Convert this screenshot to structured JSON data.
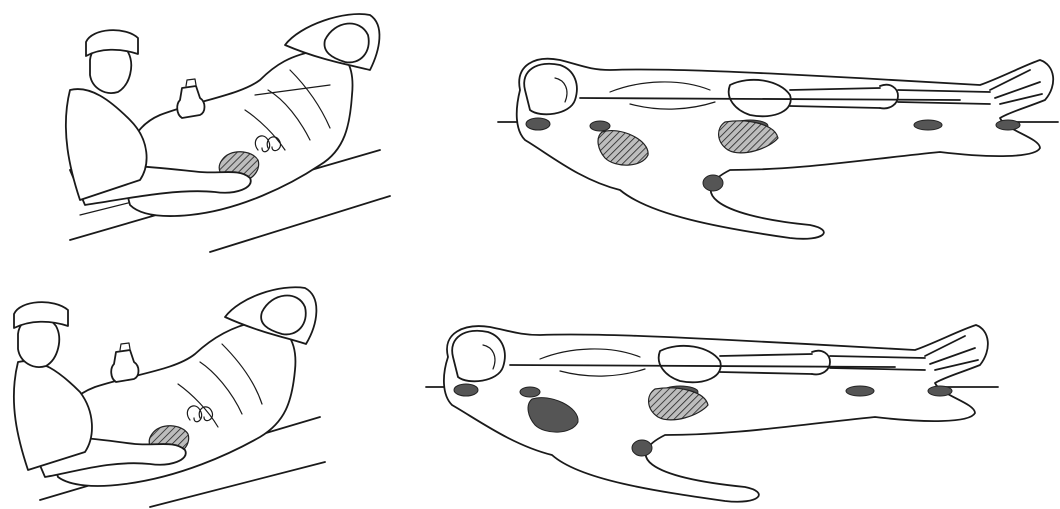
{
  "figure": {
    "panels": [
      {
        "id": "top-left",
        "subject": "nurse-massaging-back-of-patient"
      },
      {
        "id": "top-right",
        "subject": "supine-body-outline-pressure-points"
      },
      {
        "id": "bottom-left",
        "subject": "nurse-massaging-back-of-patient"
      },
      {
        "id": "bottom-right",
        "subject": "supine-body-outline-pressure-points"
      }
    ],
    "colors": {
      "ink": "#1a1a1a",
      "shade": "#555555",
      "background": "#ffffff"
    }
  }
}
